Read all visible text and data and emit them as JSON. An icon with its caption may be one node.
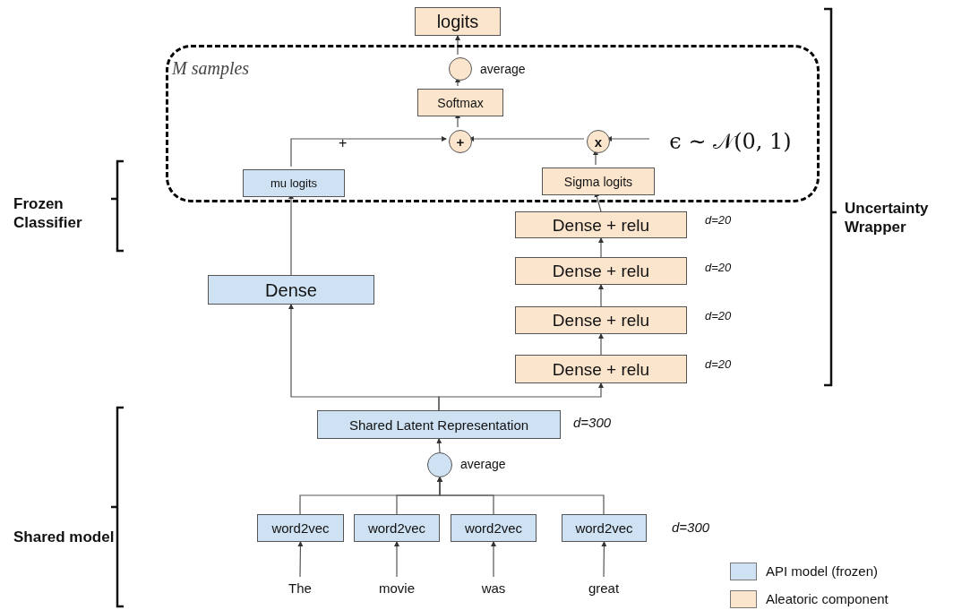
{
  "diagram": {
    "nodes": [
      {
        "text": [
          "logits"
        ]
      },
      {
        "text": [
          "M samples"
        ]
      },
      {
        "text": [],
        "shape": "circle",
        "beside": [
          "average"
        ],
        "in": 1
      },
      {
        "text": [
          "Softmax"
        ],
        "in": 1
      },
      {
        "text": [
          "+"
        ],
        "in": 1
      },
      {
        "text": [
          "x"
        ],
        "in": 1
      },
      {
        "text": [
          "ϵ ∼ 𝒩(0, 1)"
        ],
        "in": 1
      },
      {
        "text": [
          "mu logits"
        ],
        "in": 1
      },
      {
        "text": [
          "Sigma logits"
        ],
        "in": 1
      },
      {
        "text": [
          "Dense"
        ]
      },
      {
        "text": [
          "Dense + relu"
        ]
      },
      {
        "text": [
          "Dense + relu"
        ]
      },
      {
        "text": [
          "Dense + relu"
        ]
      },
      {
        "text": [
          "Dense + relu"
        ]
      },
      {
        "text": [
          "Shared Latent Representation"
        ]
      },
      {
        "text": [],
        "shape": "circle",
        "beside": [
          "average"
        ]
      },
      {
        "text": [
          "word2vec"
        ]
      },
      {
        "text": [
          "word2vec"
        ]
      },
      {
        "text": [
          "word2vec"
        ]
      },
      {
        "text": [
          "word2vec"
        ]
      },
      {
        "text": [
          "The"
        ]
      },
      {
        "text": [
          "movie"
        ]
      },
      {
        "text": [
          "was"
        ]
      },
      {
        "text": [
          "great"
        ]
      }
    ],
    "edges": [
      {
        "from": 2,
        "to": 0,
        "arrow": "to"
      },
      {
        "from": 3,
        "to": 2,
        "arrow": "to"
      },
      {
        "from": 4,
        "to": 3,
        "arrow": "to"
      },
      {
        "from": 7,
        "to": 4,
        "arrow": "to"
      },
      {
        "from": 5,
        "to": 4,
        "arrow": "to"
      },
      {
        "from": 6,
        "to": 5,
        "arrow": "to"
      },
      {
        "from": 8,
        "to": 5,
        "arrow": "to"
      },
      {
        "from": 9,
        "to": 7,
        "arrow": "to"
      },
      {
        "from": 10,
        "to": 8,
        "arrow": "to"
      },
      {
        "from": 11,
        "to": 10,
        "arrow": "to"
      },
      {
        "from": 12,
        "to": 11,
        "arrow": "to"
      },
      {
        "from": 13,
        "to": 12,
        "arrow": "to"
      },
      {
        "from": 14,
        "to": 9,
        "arrow": "to"
      },
      {
        "from": 14,
        "to": 13,
        "arrow": "to"
      },
      {
        "from": 15,
        "to": 14,
        "arrow": "to"
      },
      {
        "from": 16,
        "to": 15,
        "arrow": "to"
      },
      {
        "from": 17,
        "to": 15,
        "arrow": "to"
      },
      {
        "from": 18,
        "to": 15,
        "arrow": "to"
      },
      {
        "from": 19,
        "to": 15,
        "arrow": "to"
      },
      {
        "from": 20,
        "to": 16,
        "arrow": "to"
      },
      {
        "from": 21,
        "to": 17,
        "arrow": "to"
      },
      {
        "from": 22,
        "to": 18,
        "arrow": "to"
      },
      {
        "from": 23,
        "to": 19,
        "arrow": "to"
      }
    ],
    "labels": [
      "+",
      "Uncertainty Wrapper",
      "Frozen Classifier",
      "d=20",
      "d=20",
      "d=20",
      "d=20",
      "d=300",
      "Shared model",
      "d=300"
    ],
    "legend": [
      {
        "text": "API model (frozen)",
        "color": "#cfe2f3"
      },
      {
        "text": "Aleatoric component",
        "color": "#fce5cd"
      }
    ]
  }
}
